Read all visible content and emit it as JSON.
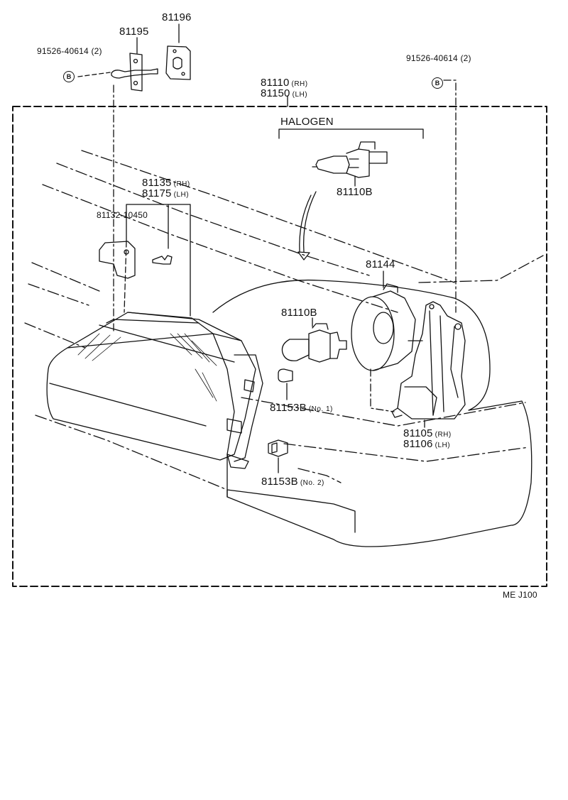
{
  "diagram": {
    "code": "ME  J100",
    "halogen_label": "HALOGEN",
    "marker_letter": "B",
    "parts": {
      "p91526_left": {
        "number": "91526-40614",
        "qty": "(2)"
      },
      "p91526_right": {
        "number": "91526-40614",
        "qty": "(2)"
      },
      "p81195": {
        "number": "81195"
      },
      "p81196": {
        "number": "81196"
      },
      "p81110_rh": {
        "number": "81110",
        "side": "(RH)"
      },
      "p81150_lh": {
        "number": "81150",
        "side": "(LH)"
      },
      "p81110b_halogen": {
        "number": "81110B"
      },
      "p81135_rh": {
        "number": "81135",
        "side": "(RH)"
      },
      "p81175_lh": {
        "number": "81175",
        "side": "(LH)"
      },
      "p81132": {
        "number": "81132-10450"
      },
      "p81144": {
        "number": "81144"
      },
      "p81110b_bulb": {
        "number": "81110B"
      },
      "p81153b_no1": {
        "number": "81153B",
        "note": "(No. 1)"
      },
      "p81153b_no2": {
        "number": "81153B",
        "note": "(No. 2)"
      },
      "p81105_rh": {
        "number": "81105",
        "side": "(RH)"
      },
      "p81106_lh": {
        "number": "81106",
        "side": "(LH)"
      }
    }
  }
}
